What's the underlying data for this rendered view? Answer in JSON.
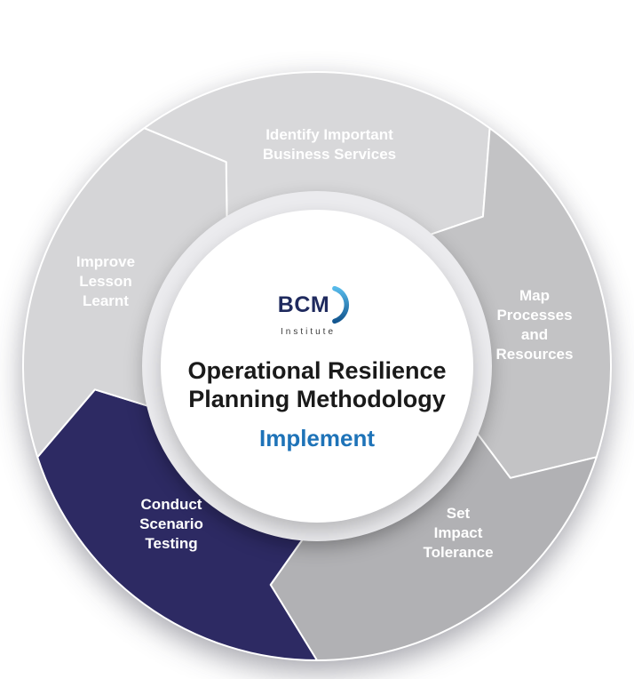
{
  "diagram": {
    "logo": {
      "name": "BCM",
      "subtext": "Institute"
    },
    "center": {
      "title_line1": "Operational Resilience",
      "title_line2": "Planning Methodology",
      "phase": "Implement"
    },
    "segments": [
      {
        "id": "identify",
        "label": "Identify Important\nBusiness Services",
        "color": "#d8d8da"
      },
      {
        "id": "map",
        "label": "Map\nProcesses\nand\nResources",
        "color": "#c3c3c5"
      },
      {
        "id": "set",
        "label": "Set\nImpact\nTolerance",
        "color": "#b1b1b4"
      },
      {
        "id": "conduct",
        "label": "Conduct\nScenario\nTesting",
        "color": "#2d2a63"
      },
      {
        "id": "improve",
        "label": "Improve\nLesson\nLearnt",
        "color": "#d5d5d7"
      }
    ],
    "colors": {
      "phase-blue": "#1e73b8",
      "title-dark": "#1a1a1a",
      "label-white": "#ffffff",
      "logo-navy": "#1f2a5e",
      "ring": "#ebebee",
      "circle": "#ffffff"
    }
  }
}
